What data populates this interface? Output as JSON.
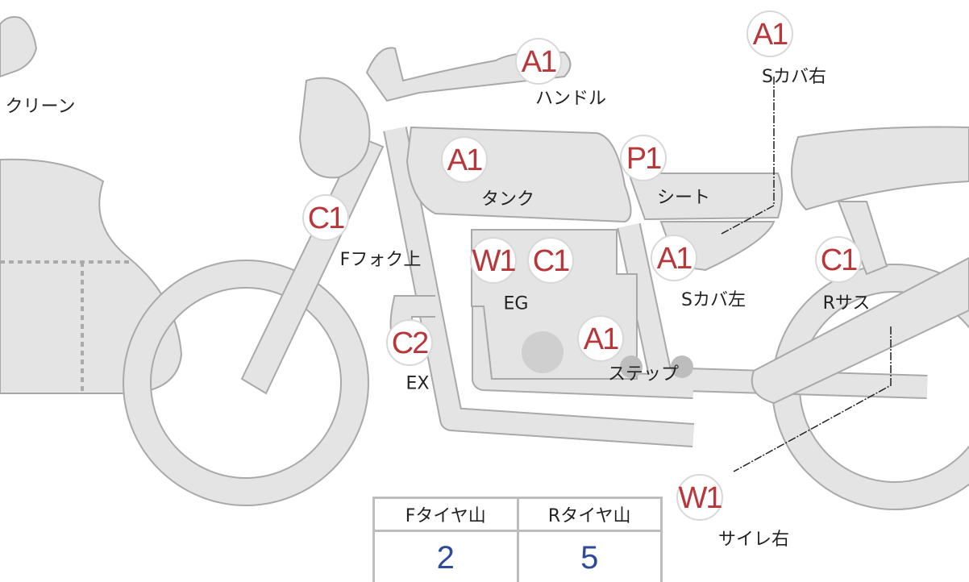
{
  "diagram": {
    "points": [
      {
        "id": "handle",
        "code": "A1",
        "label": "ハンドル"
      },
      {
        "id": "side-cover-right",
        "code": "A1",
        "label": "Sカバ右"
      },
      {
        "id": "tank",
        "code": "A1",
        "label": "タンク"
      },
      {
        "id": "seat",
        "code": "P1",
        "label": "シート"
      },
      {
        "id": "front-fork-upper",
        "code": "C1",
        "label": "Fフォク上"
      },
      {
        "id": "engine-w",
        "code": "W1",
        "label": ""
      },
      {
        "id": "engine-c",
        "code": "C1",
        "label": "EG"
      },
      {
        "id": "side-cover-left",
        "code": "A1",
        "label": "Sカバ左"
      },
      {
        "id": "rear-suspension",
        "code": "C1",
        "label": "Rサス"
      },
      {
        "id": "exhaust",
        "code": "C2",
        "label": "EX"
      },
      {
        "id": "step",
        "code": "A1",
        "label": "ステップ"
      },
      {
        "id": "silencer-right",
        "code": "W1",
        "label": "サイレ右"
      }
    ],
    "screen_label": "クリーン"
  },
  "tire_table": {
    "headers": [
      "Fタイヤ山",
      "Rタイヤ山"
    ],
    "values": [
      "2",
      "5"
    ]
  },
  "colors": {
    "code": "#b8373a",
    "value": "#2f4a9a"
  }
}
